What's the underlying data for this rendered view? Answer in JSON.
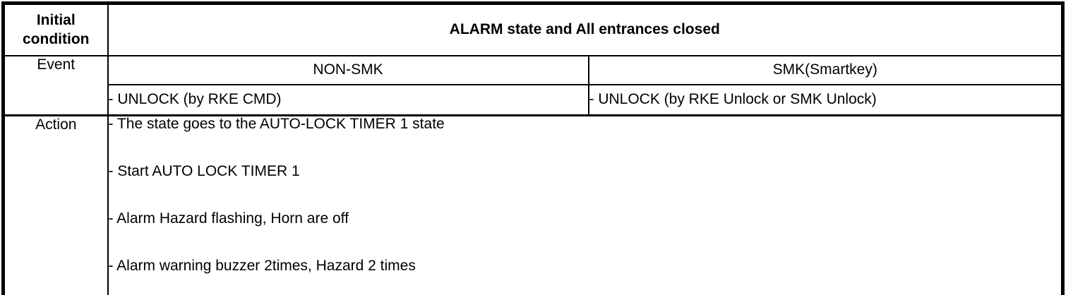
{
  "table": {
    "initial_condition_label": "Initial condition",
    "header": "ALARM state and All entrances closed",
    "event_label": "Event",
    "columns": [
      {
        "name": "NON-SMK",
        "event": "- UNLOCK (by RKE CMD)"
      },
      {
        "name": "SMK(Smartkey)",
        "event": "- UNLOCK (by RKE Unlock or SMK Unlock)"
      }
    ],
    "action_label": "Action",
    "actions": [
      "- The state goes to the AUTO-LOCK TIMER 1 state",
      "- Start AUTO LOCK TIMER 1",
      "- Alarm Hazard flashing, Horn are off",
      "- Alarm warning buzzer 2times, Hazard 2 times"
    ],
    "colors": {
      "border": "#000000",
      "background": "#ffffff",
      "text": "#000000"
    }
  }
}
